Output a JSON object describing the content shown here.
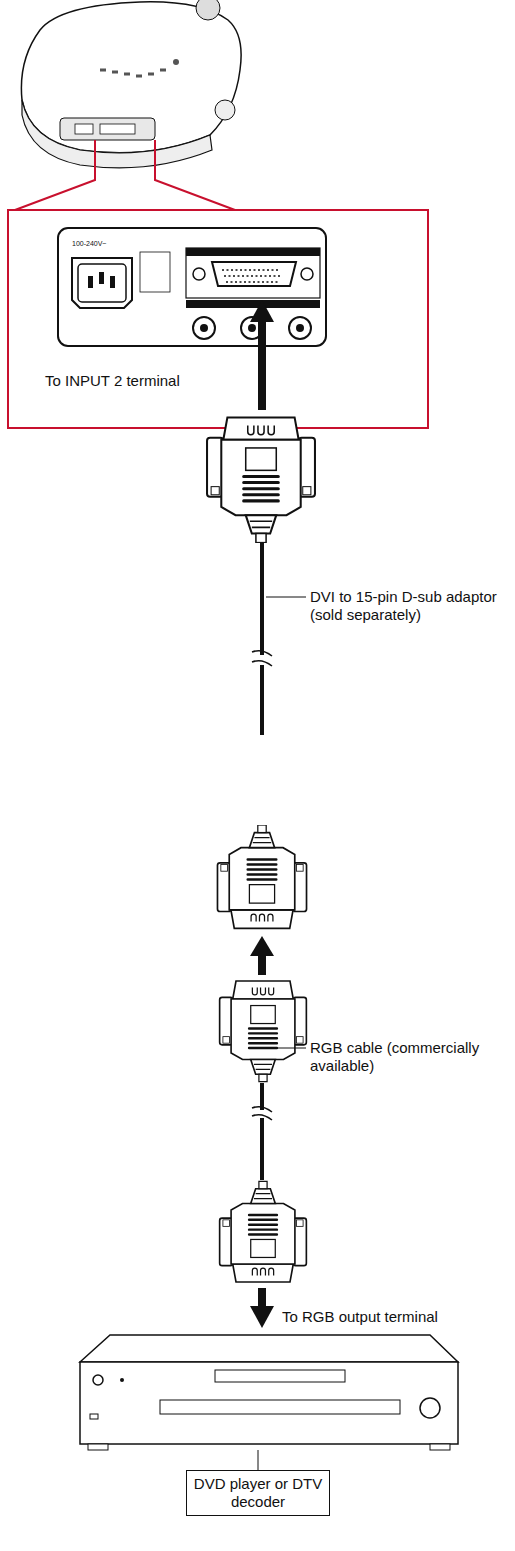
{
  "diagram": {
    "nodes": [
      {
        "text": [
          "DVD player or DTV decoder"
        ]
      }
    ],
    "labels": [
      "100-240V~",
      "To INPUT 2 terminal",
      "DVI to 15-pin D-sub adaptor (sold separately)",
      "RGB cable (commercially available)",
      "To RGB output terminal"
    ]
  }
}
